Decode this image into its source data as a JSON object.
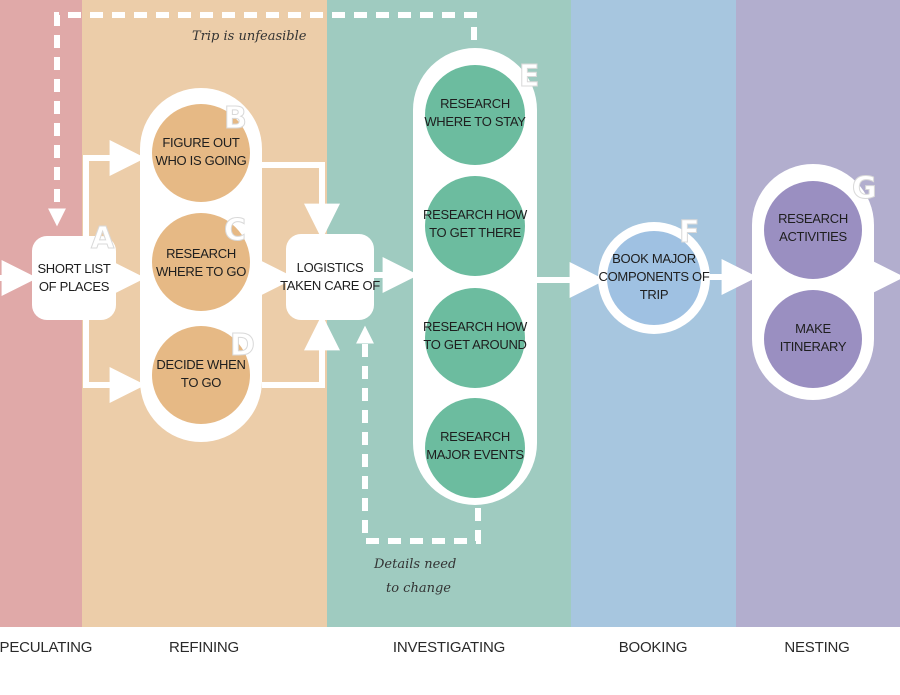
{
  "colors": {
    "speculating": "#e0a9a8",
    "refining": "#eccda9",
    "investigating": "#9fcbc0",
    "booking": "#a7c6df",
    "nesting": "#b2aece",
    "node_refining": "#e6b985",
    "node_investigating": "#6cbc9f",
    "node_booking": "#9fc1e2",
    "node_nesting": "#9a8fc1"
  },
  "stages": [
    {
      "key": "speculating",
      "label": "SPECULATING"
    },
    {
      "key": "refining",
      "label": "REFINING"
    },
    {
      "key": "investigating",
      "label": "INVESTIGATING"
    },
    {
      "key": "booking",
      "label": "BOOKING"
    },
    {
      "key": "nesting",
      "label": "NESTING"
    }
  ],
  "nodes": {
    "short_list": [
      "SHORT LIST",
      "OF PLACES"
    ],
    "figure_out": [
      "FIGURE OUT",
      "WHO IS GOING"
    ],
    "research_where_go": [
      "RESEARCH",
      "WHERE TO GO"
    ],
    "decide_when": [
      "DECIDE WHEN",
      "TO GO"
    ],
    "logistics": [
      "LOGISTICS",
      "TAKEN CARE OF"
    ],
    "where_stay": [
      "RESEARCH",
      "WHERE TO STAY"
    ],
    "how_get_there": [
      "RESEARCH HOW",
      "TO GET THERE"
    ],
    "how_get_around": [
      "RESEARCH HOW",
      "TO GET AROUND"
    ],
    "major_events": [
      "RESEARCH",
      "MAJOR EVENTS"
    ],
    "book_major": [
      "BOOK MAJOR",
      "COMPONENTS OF",
      "TRIP"
    ],
    "activities": [
      "RESEARCH",
      "ACTIVITIES"
    ],
    "itinerary": [
      "MAKE",
      "ITINERARY"
    ]
  },
  "letters": {
    "A": "A",
    "B": "B",
    "C": "C",
    "D": "D",
    "E": "E",
    "F": "F",
    "G": "G"
  },
  "annotations": {
    "trip_unfeasible": "Trip is unfeasible",
    "details_line1": "Details need",
    "details_line2": "to change"
  }
}
